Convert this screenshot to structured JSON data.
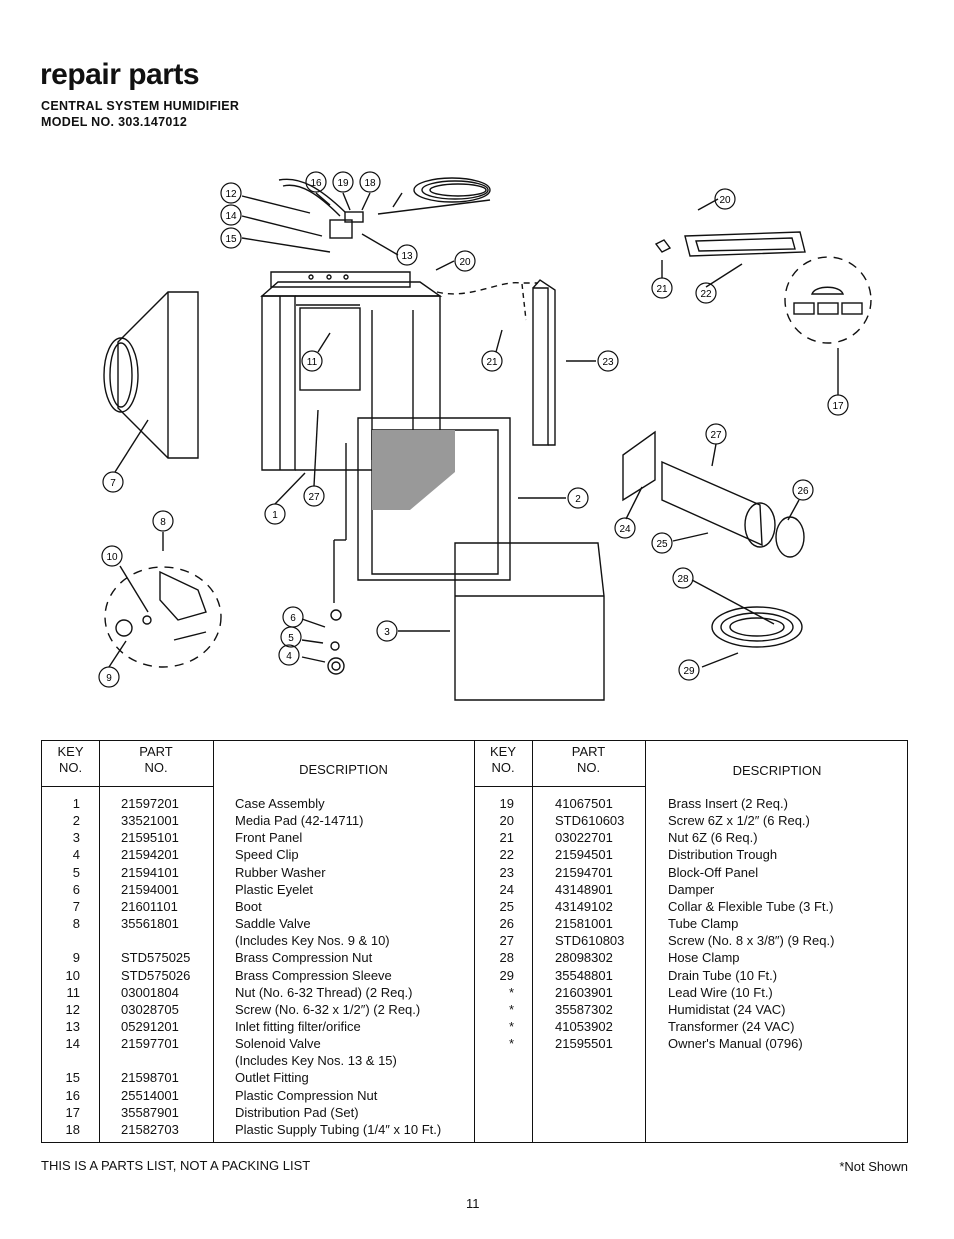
{
  "header": {
    "title": "repair parts",
    "subtitle": "CENTRAL SYSTEM HUMIDIFIER",
    "model": "MODEL NO. 303.147012"
  },
  "diagram": {
    "callouts": [
      "1",
      "2",
      "3",
      "4",
      "5",
      "6",
      "7",
      "8",
      "9",
      "10",
      "11",
      "12",
      "13",
      "14",
      "15",
      "16",
      "17",
      "18",
      "19",
      "20",
      "20",
      "21",
      "21",
      "22",
      "23",
      "24",
      "25",
      "26",
      "27",
      "27",
      "28",
      "29"
    ]
  },
  "table": {
    "headers": {
      "key": [
        "KEY",
        "NO."
      ],
      "part": [
        "PART",
        "NO."
      ],
      "description": "DESCRIPTION"
    },
    "left_rows": [
      {
        "key": "1",
        "part": "21597201",
        "desc": "Case Assembly"
      },
      {
        "key": "2",
        "part": "33521001",
        "desc": "Media Pad (42-14711)"
      },
      {
        "key": "3",
        "part": "21595101",
        "desc": "Front Panel"
      },
      {
        "key": "4",
        "part": "21594201",
        "desc": "Speed Clip"
      },
      {
        "key": "5",
        "part": "21594101",
        "desc": "Rubber Washer"
      },
      {
        "key": "6",
        "part": "21594001",
        "desc": "Plastic Eyelet"
      },
      {
        "key": "7",
        "part": "21601101",
        "desc": "Boot"
      },
      {
        "key": "8",
        "part": "35561801",
        "desc": "Saddle Valve"
      },
      {
        "key": "",
        "part": "",
        "desc": "(Includes Key Nos. 9 & 10)"
      },
      {
        "key": "9",
        "part": "STD575025",
        "desc": "Brass Compression Nut"
      },
      {
        "key": "10",
        "part": "STD575026",
        "desc": "Brass Compression Sleeve"
      },
      {
        "key": "11",
        "part": "03001804",
        "desc": "Nut (No. 6-32 Thread) (2 Req.)"
      },
      {
        "key": "12",
        "part": "03028705",
        "desc": "Screw (No. 6-32 x 1/2″) (2 Req.)"
      },
      {
        "key": "13",
        "part": "05291201",
        "desc": "Inlet fitting filter/orifice"
      },
      {
        "key": "14",
        "part": "21597701",
        "desc": "Solenoid Valve"
      },
      {
        "key": "",
        "part": "",
        "desc": "(Includes Key Nos. 13 & 15)"
      },
      {
        "key": "15",
        "part": "21598701",
        "desc": "Outlet Fitting"
      },
      {
        "key": "16",
        "part": "25514001",
        "desc": "Plastic Compression Nut"
      },
      {
        "key": "17",
        "part": "35587901",
        "desc": "Distribution Pad (Set)"
      },
      {
        "key": "18",
        "part": "21582703",
        "desc": "Plastic Supply Tubing (1/4″ x 10 Ft.)"
      }
    ],
    "right_rows": [
      {
        "key": "19",
        "part": "41067501",
        "desc": "Brass Insert (2 Req.)"
      },
      {
        "key": "20",
        "part": "STD610603",
        "desc": "Screw 6Z x 1/2″ (6 Req.)"
      },
      {
        "key": "21",
        "part": "03022701",
        "desc": "Nut 6Z (6 Req.)"
      },
      {
        "key": "22",
        "part": "21594501",
        "desc": "Distribution Trough"
      },
      {
        "key": "23",
        "part": "21594701",
        "desc": "Block-Off Panel"
      },
      {
        "key": "24",
        "part": "43148901",
        "desc": "Damper"
      },
      {
        "key": "25",
        "part": "43149102",
        "desc": "Collar & Flexible Tube (3 Ft.)"
      },
      {
        "key": "26",
        "part": "21581001",
        "desc": "Tube Clamp"
      },
      {
        "key": "27",
        "part": "STD610803",
        "desc": "Screw (No. 8 x 3/8″) (9 Req.)"
      },
      {
        "key": "28",
        "part": "28098302",
        "desc": "Hose Clamp"
      },
      {
        "key": "29",
        "part": "35548801",
        "desc": "Drain Tube (10 Ft.)"
      },
      {
        "key": "*",
        "part": "21603901",
        "desc": "Lead Wire (10 Ft.)"
      },
      {
        "key": "*",
        "part": "35587302",
        "desc": "Humidistat (24 VAC)"
      },
      {
        "key": "*",
        "part": "41053902",
        "desc": "Transformer (24 VAC)"
      },
      {
        "key": "*",
        "part": "21595501",
        "desc": "Owner's Manual (0796)"
      }
    ]
  },
  "footer": {
    "note_left": "THIS IS A PARTS LIST, NOT A PACKING LIST",
    "note_right": "*Not Shown",
    "page_number": "11"
  }
}
